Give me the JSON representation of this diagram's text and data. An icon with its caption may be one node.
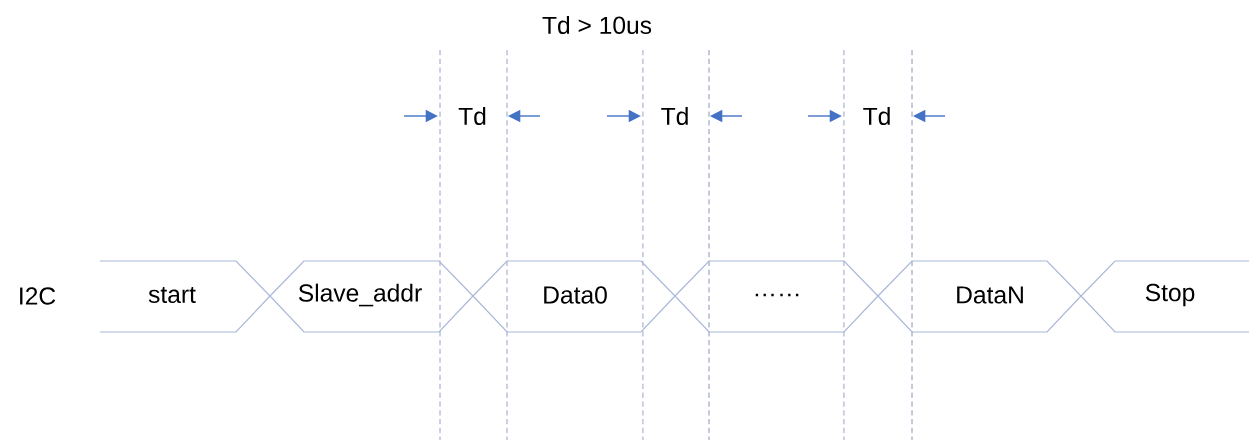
{
  "diagram": {
    "nodes": [
      {
        "text": [
          "start"
        ]
      },
      {
        "text": [
          "Slave_addr"
        ]
      },
      {
        "text": [
          "Data0"
        ]
      },
      {
        "text": [
          "……"
        ]
      },
      {
        "text": [
          "DataN"
        ]
      },
      {
        "text": [
          "Stop"
        ]
      }
    ],
    "labels": [
      "Td > 10us",
      "Td",
      "Td",
      "Td",
      "I2C"
    ]
  }
}
